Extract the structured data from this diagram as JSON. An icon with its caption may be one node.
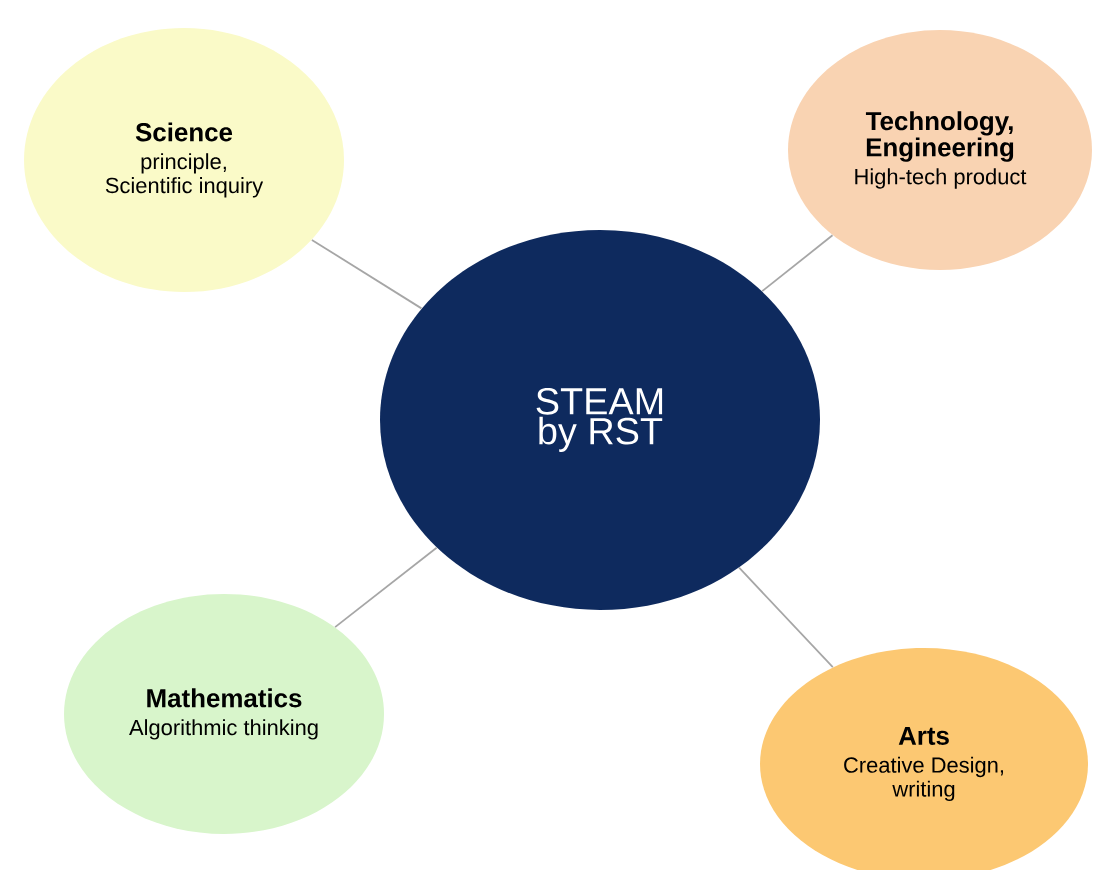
{
  "diagram": {
    "nodes": [
      {
        "text": [
          "Science",
          "principle, Scientific inquiry"
        ]
      },
      {
        "text": [
          "Technology, Engineering",
          "High-tech product"
        ]
      },
      {
        "text": [
          "STEAM by RST"
        ]
      },
      {
        "text": [
          "Mathematics",
          "Algorithmic thinking"
        ]
      },
      {
        "text": [
          "Arts",
          "Creative Design, writing"
        ]
      }
    ],
    "edges": [
      {
        "from": 2,
        "to": 0,
        "arrow": "none"
      },
      {
        "from": 2,
        "to": 1,
        "arrow": "none"
      },
      {
        "from": 2,
        "to": 3,
        "arrow": "none"
      },
      {
        "from": 2,
        "to": 4,
        "arrow": "none"
      }
    ]
  }
}
